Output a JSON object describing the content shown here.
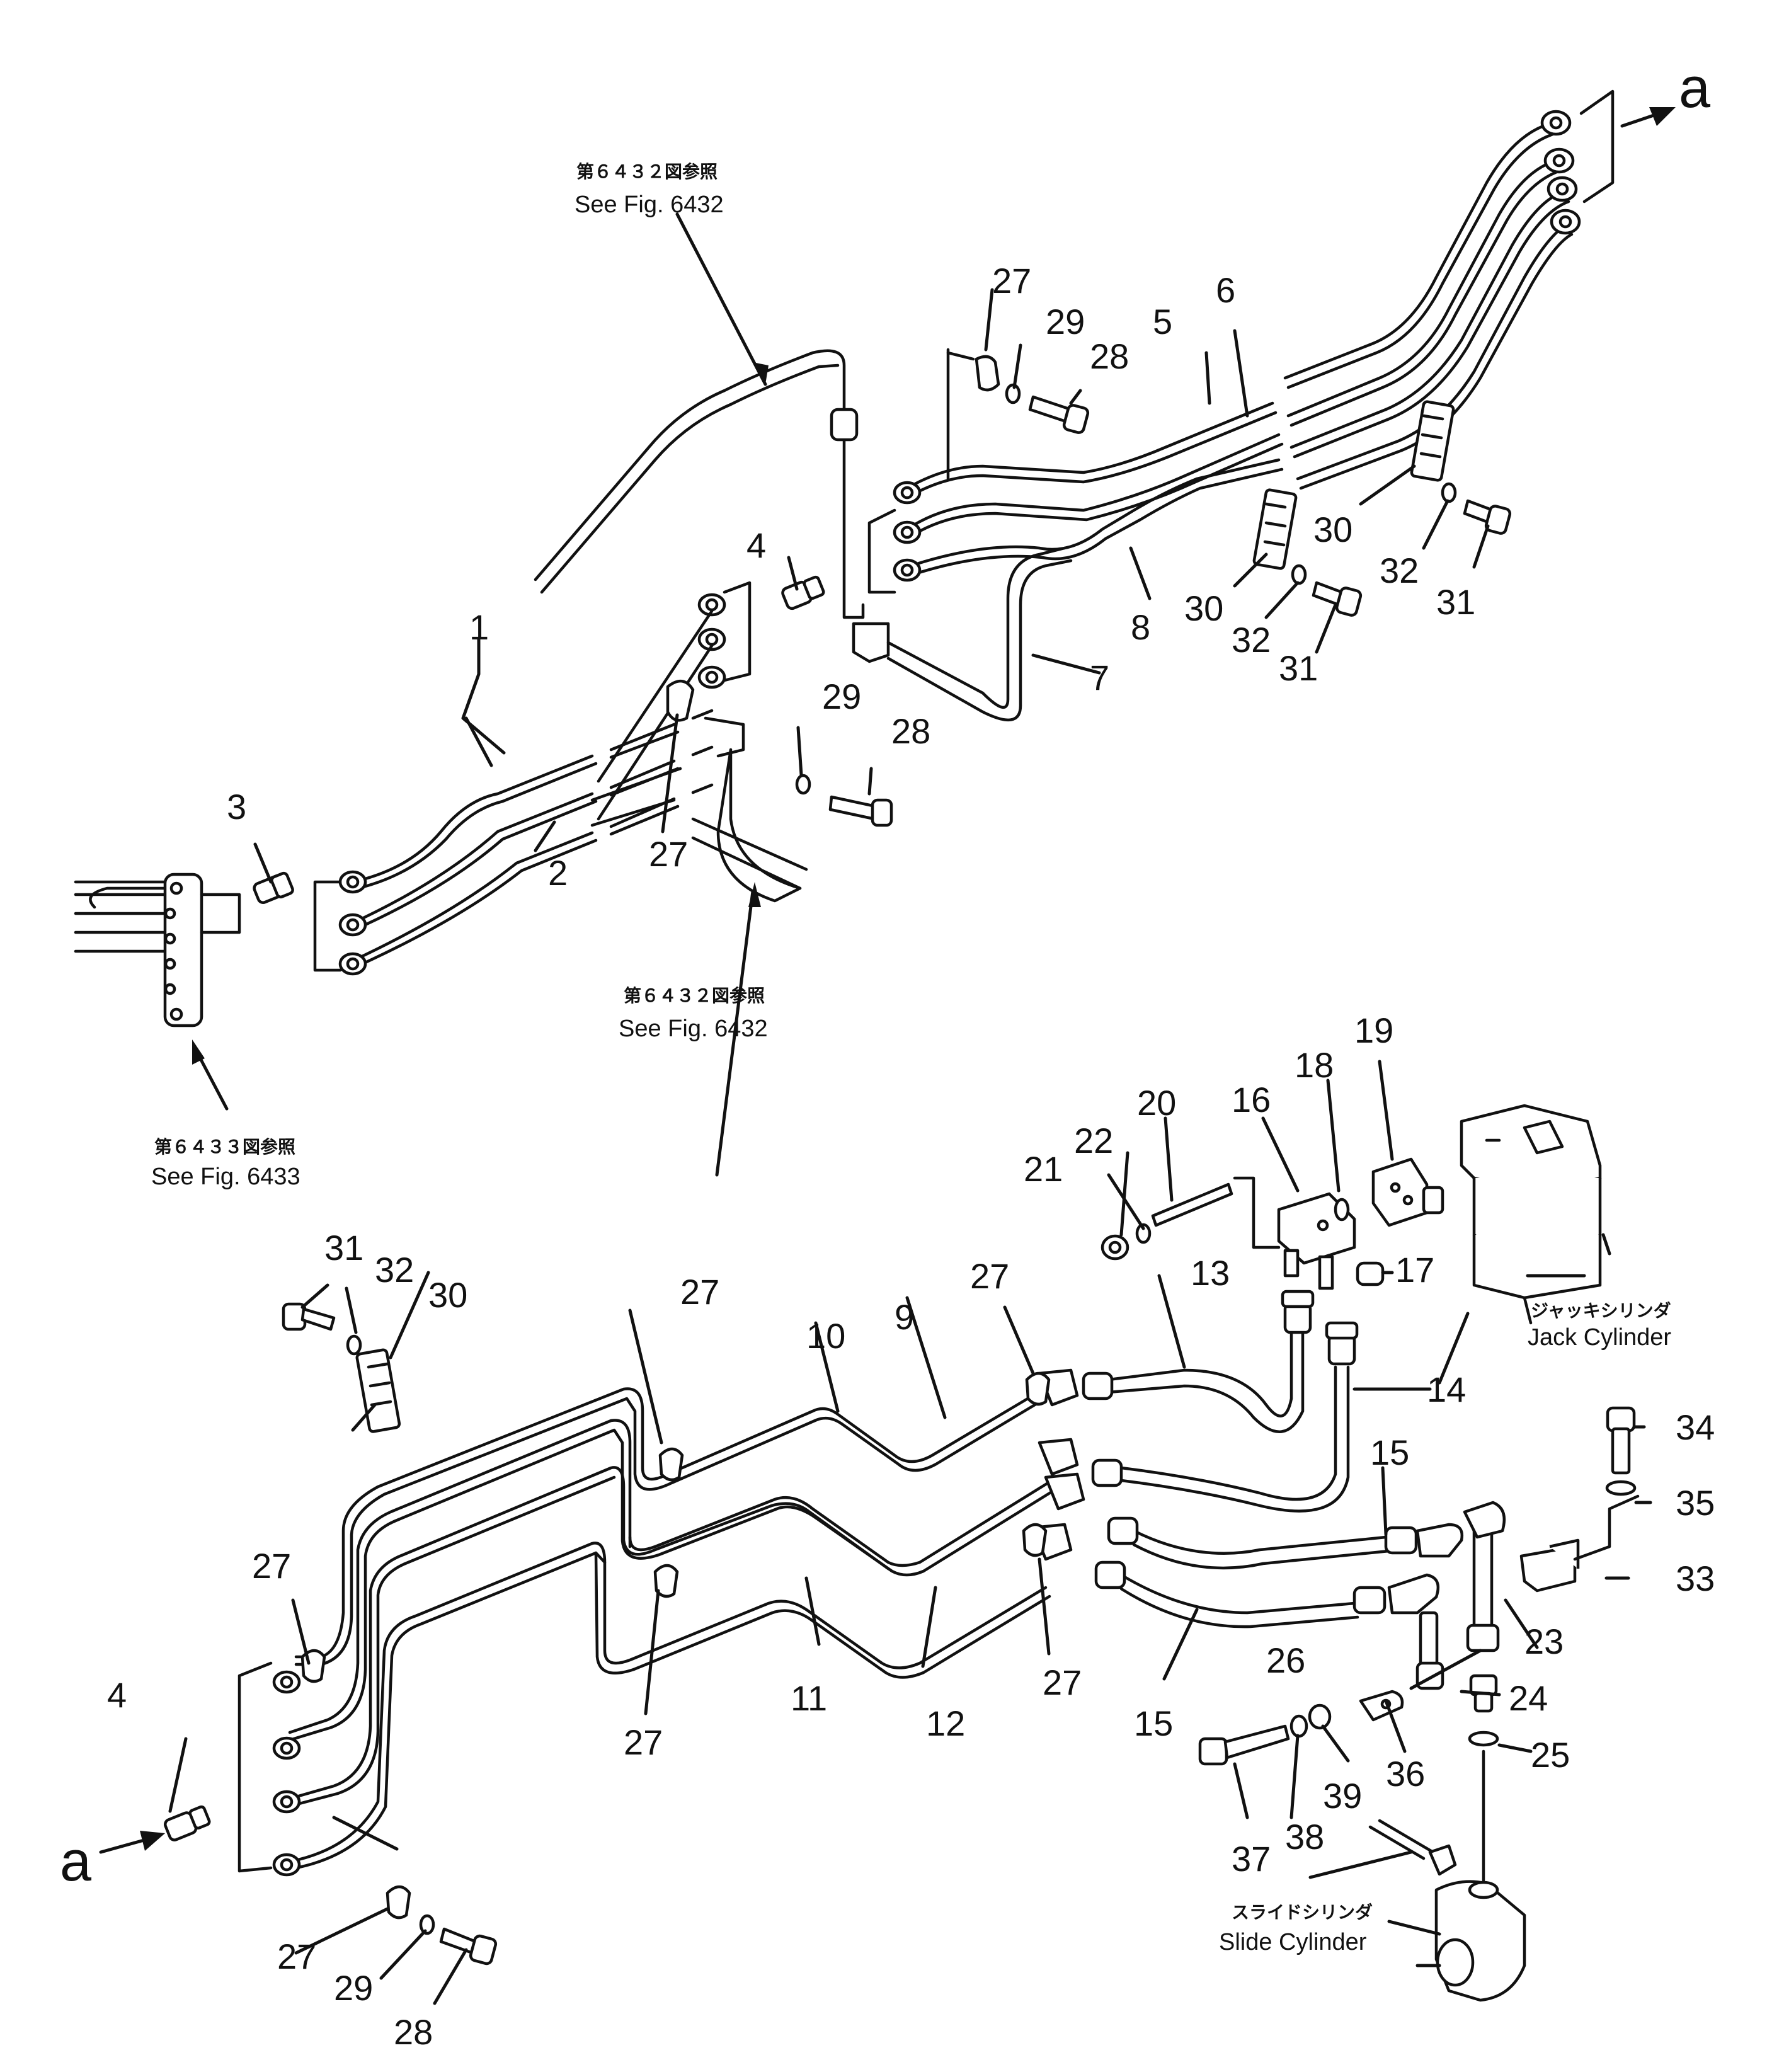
{
  "labels": {
    "n1": "1",
    "n2": "2",
    "n3": "3",
    "n4a": "4",
    "n4b": "4",
    "n5": "5",
    "n6": "6",
    "n7": "7",
    "n8": "8",
    "n9": "9",
    "n10": "10",
    "n11": "11",
    "n12": "12",
    "n13": "13",
    "n14": "14",
    "n15a": "15",
    "n15b": "15",
    "n16": "16",
    "n17": "17",
    "n18": "18",
    "n19": "19",
    "n20": "20",
    "n21": "21",
    "n22": "22",
    "n23": "23",
    "n24": "24",
    "n25": "25",
    "n26": "26",
    "n27a": "27",
    "n27b": "27",
    "n27c": "27",
    "n27d": "27",
    "n27e": "27",
    "n27f": "27",
    "n27g": "27",
    "n27h": "27",
    "n28a": "28",
    "n28b": "28",
    "n28c": "28",
    "n29a": "29",
    "n29b": "29",
    "n29c": "29",
    "n30a": "30",
    "n30b": "30",
    "n30c": "30",
    "n31a": "31",
    "n31b": "31",
    "n31c": "31",
    "n32a": "32",
    "n32b": "32",
    "n32c": "32",
    "n33": "33",
    "n34": "34",
    "n35": "35",
    "n36": "36",
    "n37": "37",
    "n38": "38",
    "n39": "39",
    "a_top": "a",
    "a_bottom": "a"
  },
  "references": {
    "ref1_jp": "第６４３２図参照",
    "ref1_en": "See Fig. 6432",
    "ref2_jp": "第６４３２図参照",
    "ref2_en": "See Fig. 6432",
    "ref3_jp": "第６４３３図参照",
    "ref3_en": "See Fig. 6433"
  },
  "callouts": {
    "jack_jp": "ジャッキシリンダ",
    "jack_en": "Jack  Cylinder",
    "slide_jp": "スライドシリンダ",
    "slide_en": "Slide  Cylinder"
  }
}
